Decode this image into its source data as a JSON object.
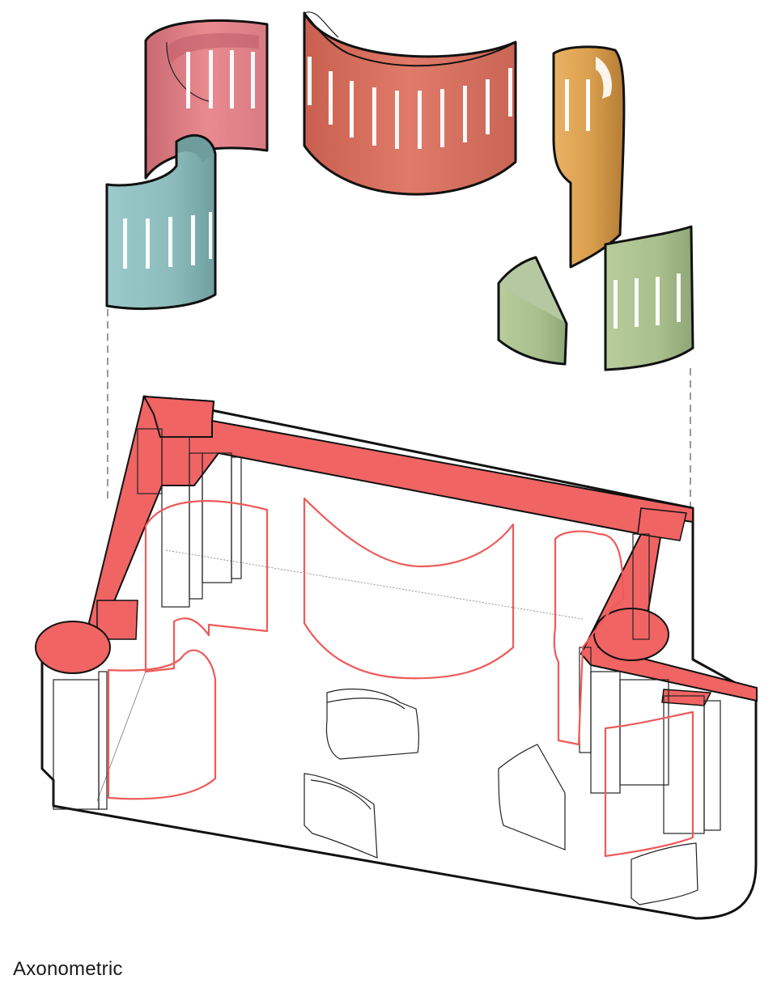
{
  "caption": "Axonometric",
  "colors": {
    "pink": "#e98a8f",
    "salmon": "#d97263",
    "blue": "#8cbcbc",
    "orange": "#dfa253",
    "sage": "#a9bf8d",
    "sage_small": "#a6b98f",
    "wall_red": "#f06464",
    "plan_outline": "#ee5a5a"
  },
  "drawing": {
    "exploded_elements": [
      "pink-curved-wall",
      "salmon-curved-wall",
      "blue-curved-wall",
      "orange-curved-wall",
      "sage-half-disc",
      "sage-curved-wall"
    ],
    "base_plan": "room-base-with-red-walls"
  }
}
